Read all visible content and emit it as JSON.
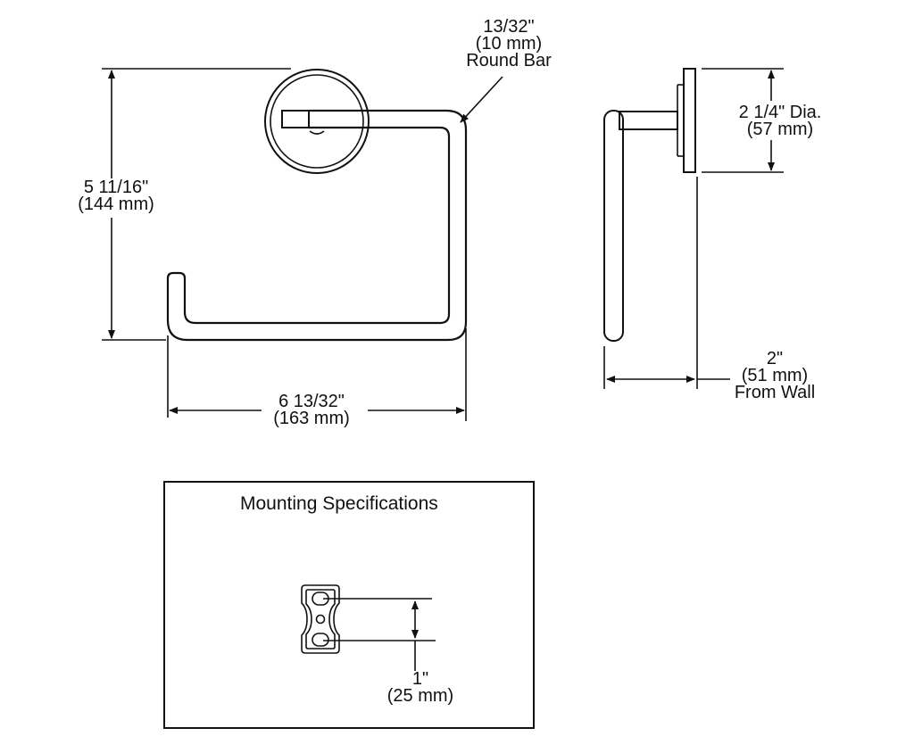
{
  "round_bar": {
    "line1": "13/32\"",
    "line2": "(10 mm)",
    "line3": "Round Bar"
  },
  "height": {
    "line1": "5 11/16\"",
    "line2": "(144 mm)"
  },
  "width": {
    "line1": "6 13/32\"",
    "line2": "(163 mm)"
  },
  "diameter": {
    "line1": "2 1/4\" Dia.",
    "line2": "(57 mm)"
  },
  "projection": {
    "line1": "2\"",
    "line2": "(51 mm)",
    "line3": "From Wall"
  },
  "mounting": {
    "title": "Mounting Specifications",
    "line1": "1\"",
    "line2": "(25 mm)"
  }
}
